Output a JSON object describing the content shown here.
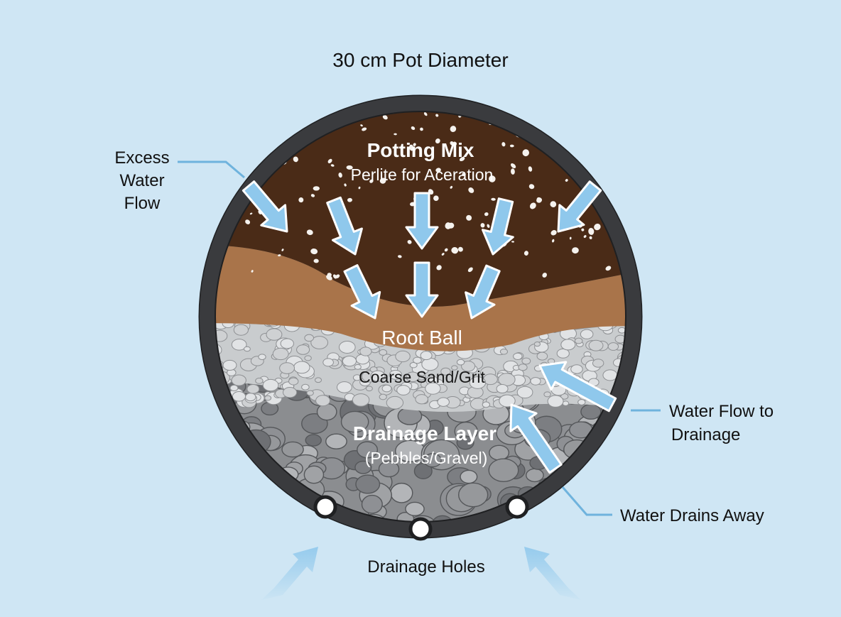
{
  "title": "30 cm Pot Diameter",
  "layers": {
    "potting_mix": {
      "label": "Potting Mix",
      "sublabel": "Perlite for Aceration",
      "color": "#4a2b17"
    },
    "root_ball": {
      "label": "Root Ball",
      "color": "#a9744a"
    },
    "sand": {
      "label": "Coarse Sand/Grit",
      "color": "#c9ccce"
    },
    "drainage": {
      "label": "Drainage Layer",
      "sublabel": "(Pebbles/Gravel)",
      "color": "#8b8d90"
    }
  },
  "callouts": {
    "excess_water": [
      "Excess",
      "Water",
      "Flow"
    ],
    "water_flow_drainage": [
      "Water Flow to",
      "Drainage"
    ],
    "water_drains_away": "Water Drains Away",
    "drainage_holes": "Drainage Holes"
  },
  "colors": {
    "background": "#cfe6f4",
    "pot_rim": "#3a3b3e",
    "arrow_fill": "#8fc8ec",
    "leader_line": "#6fb3dd"
  },
  "icons": {
    "down_arrow": "water-down-arrow-icon",
    "up_arrow": "water-up-arrow-icon",
    "drain_hole": "drain-hole-icon"
  }
}
